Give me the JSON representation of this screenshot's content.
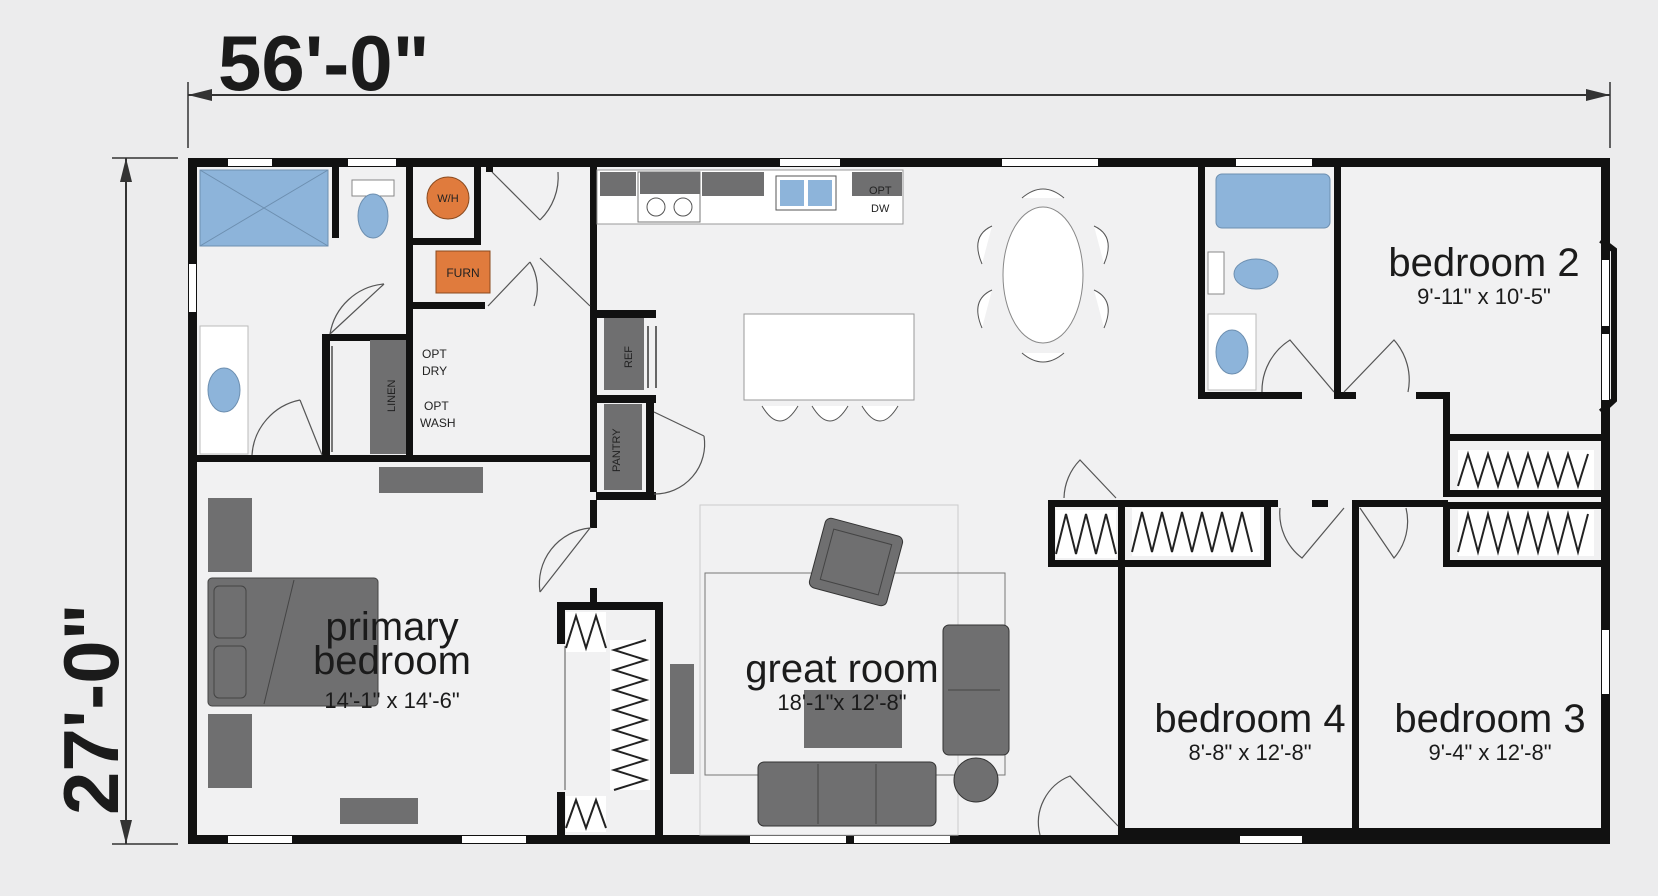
{
  "dimensions": {
    "width": "56'-0\"",
    "depth": "27'-0\""
  },
  "rooms": {
    "primary_bedroom": {
      "name_line1": "primary",
      "name_line2": "bedroom",
      "size": "14'-1\" x 14'-6\""
    },
    "great_room": {
      "name": "great room",
      "size": "18'-1\"x 12'-8\""
    },
    "bedroom_2": {
      "name": "bedroom 2",
      "size": "9'-11\" x 10'-5\""
    },
    "bedroom_3": {
      "name": "bedroom 3",
      "size": "9'-4\" x 12'-8\""
    },
    "bedroom_4": {
      "name": "bedroom 4",
      "size": "8'-8\" x 12'-8\""
    }
  },
  "labels": {
    "water_heater": "W/H",
    "furnace": "FURN",
    "linen": "LINEN",
    "opt_dry_1": "OPT",
    "opt_dry_2": "DRY",
    "opt_wash_1": "OPT",
    "opt_wash_2": "WASH",
    "ref": "REF",
    "pantry": "PANTRY",
    "opt_dw_1": "OPT",
    "opt_dw_2": "DW"
  },
  "colors": {
    "wall": "#111111",
    "furniture": "#6f6f70",
    "fixture_blue": "#8db4da",
    "water_heater": "#e07b3d",
    "furnace": "#e07b3d",
    "background": "#ececed"
  }
}
